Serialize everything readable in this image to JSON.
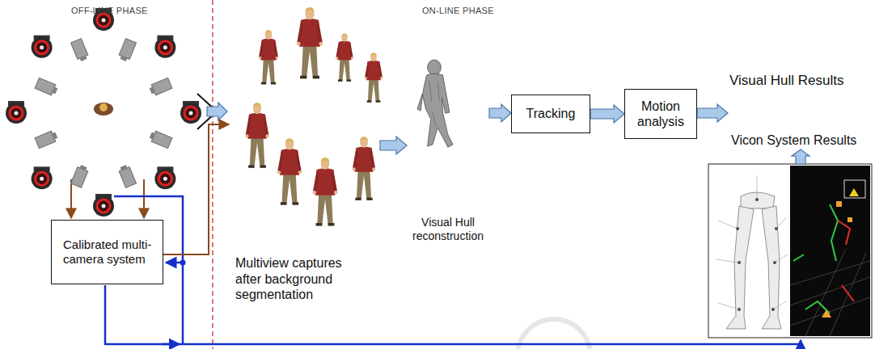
{
  "diagram": {
    "nodes": [
      {
        "text": [
          "Calibrated multi-camera system"
        ]
      },
      {
        "text": [
          "Multiview captures after background segmentation"
        ]
      },
      {
        "text": [
          "Visual Hull reconstruction"
        ]
      },
      {
        "text": [
          "Tracking"
        ]
      },
      {
        "text": [
          "Motion analysis"
        ]
      },
      {
        "text": [
          "Visual Hull Results"
        ]
      },
      {
        "text": [
          "Vicon System Results"
        ]
      }
    ],
    "edges": [
      {
        "from": 0,
        "to": 1,
        "arrow": "to"
      },
      {
        "from": 1,
        "to": 2,
        "arrow": "to"
      },
      {
        "from": 2,
        "to": 3,
        "arrow": "to"
      },
      {
        "from": 3,
        "to": 4,
        "arrow": "to"
      },
      {
        "from": 4,
        "to": 5,
        "arrow": "to"
      }
    ],
    "labels": [
      "OFF-LINE PHASE",
      "ON-LINE PHASE"
    ]
  }
}
